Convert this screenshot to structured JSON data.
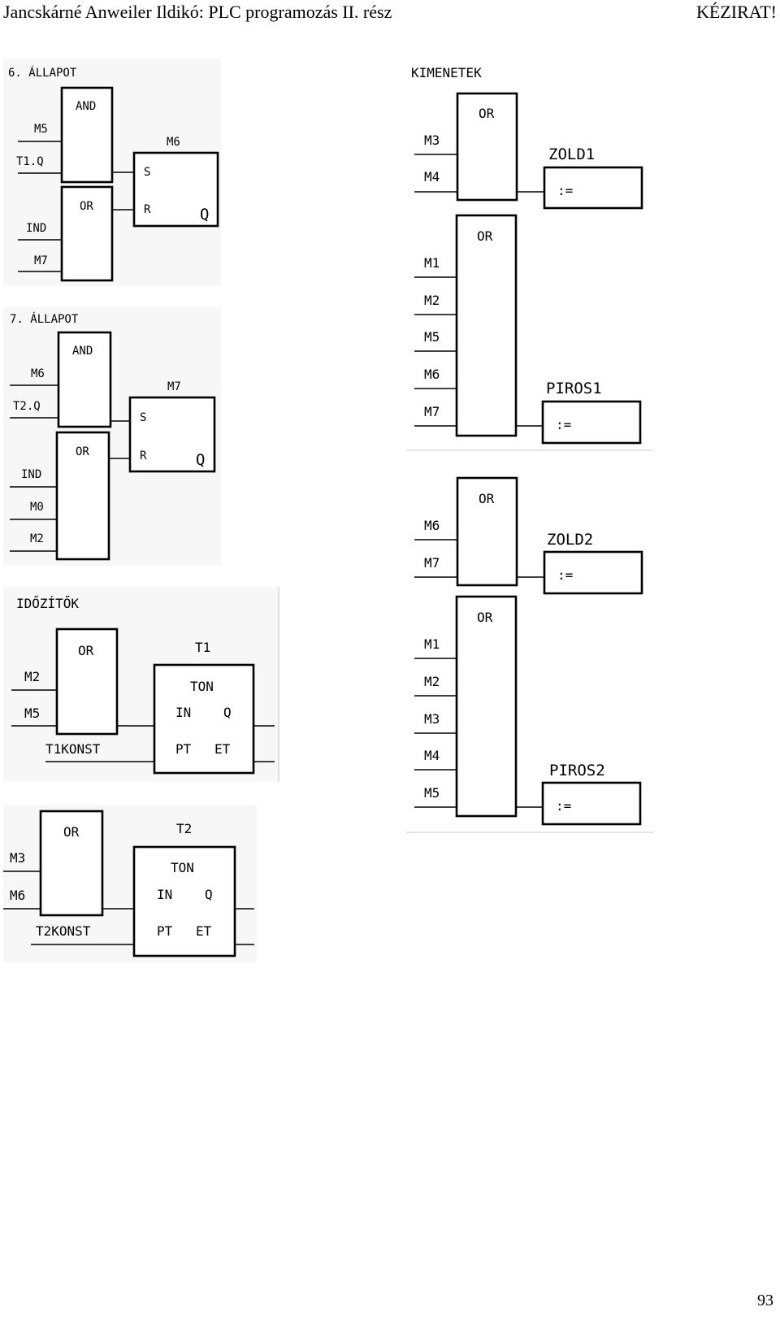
{
  "header": {
    "left": "Jancskárné Anweiler Ildikó: PLC programozás II. rész",
    "right": "KÉZIRAT!"
  },
  "page_number": "93",
  "state6": {
    "title": "6. ÁLLAPOT",
    "and_block": {
      "type": "AND",
      "inputs": [
        "M5",
        "T1.Q"
      ]
    },
    "or_block": {
      "type": "OR",
      "inputs": [
        "IND",
        "M7"
      ]
    },
    "sr_block": {
      "name": "M6",
      "set": "S",
      "reset": "R",
      "output": "Q"
    }
  },
  "state7": {
    "title": "7. ÁLLAPOT",
    "and_block": {
      "type": "AND",
      "inputs": [
        "M6",
        "T2.Q"
      ]
    },
    "or_block": {
      "type": "OR",
      "inputs": [
        "IND",
        "M0",
        "M2"
      ]
    },
    "sr_block": {
      "name": "M7",
      "set": "S",
      "reset": "R",
      "output": "Q"
    }
  },
  "timers": {
    "title": "IDŐZÍTŐK",
    "t1": {
      "or_block": {
        "type": "OR",
        "inputs": [
          "M2",
          "M5"
        ]
      },
      "name": "T1",
      "type": "TON",
      "in": "IN",
      "q": "Q",
      "pt": "PT",
      "et": "ET",
      "const": "T1KONST"
    },
    "t2": {
      "or_block": {
        "type": "OR",
        "inputs": [
          "M3",
          "M6"
        ]
      },
      "name": "T2",
      "type": "TON",
      "in": "IN",
      "q": "Q",
      "pt": "PT",
      "et": "ET",
      "const": "T2KONST"
    }
  },
  "outputs": {
    "title": "KIMENETEK",
    "zold1": {
      "block": "OR",
      "inputs": [
        "M3",
        "M4"
      ],
      "name": "ZOLD1",
      "assign": ":="
    },
    "piros1": {
      "block": "OR",
      "inputs": [
        "M1",
        "M2",
        "M5",
        "M6",
        "M7"
      ],
      "name": "PIROS1",
      "assign": ":="
    },
    "zold2": {
      "block": "OR",
      "inputs": [
        "M6",
        "M7"
      ],
      "name": "ZOLD2",
      "assign": ":="
    },
    "piros2": {
      "block": "OR",
      "inputs": [
        "M1",
        "M2",
        "M3",
        "M4",
        "M5"
      ],
      "name": "PIROS2",
      "assign": ":="
    }
  }
}
